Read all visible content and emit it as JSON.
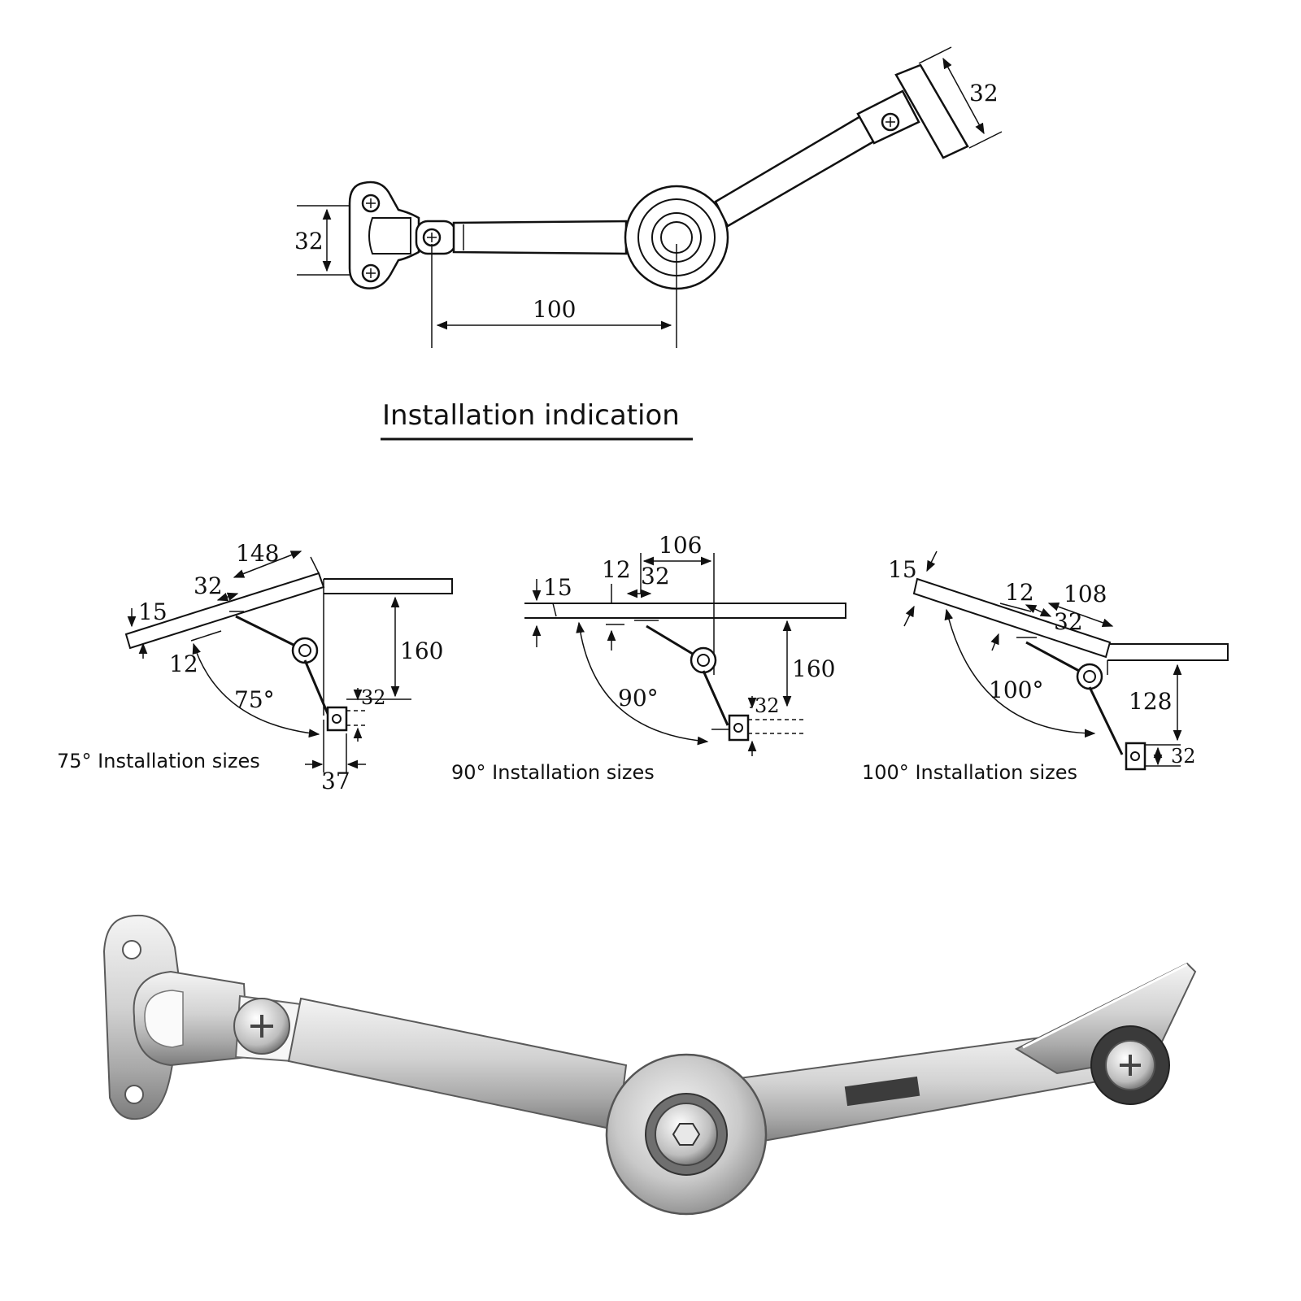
{
  "top_diagram": {
    "title": "Installation indication",
    "dim_bracket_height": "32",
    "dim_plate_width": "32",
    "dim_pivot_distance": "100"
  },
  "install_75": {
    "caption": "75°  Installation sizes",
    "angle": "75°",
    "dim_148": "148",
    "dim_32_top": "32",
    "dim_15": "15",
    "dim_12": "12",
    "dim_160": "160",
    "dim_32_bracket": "32",
    "dim_37": "37"
  },
  "install_90": {
    "caption": "90°  Installation sizes",
    "angle": "90°",
    "dim_106": "106",
    "dim_12": "12",
    "dim_32_top": "32",
    "dim_15": "15",
    "dim_160": "160",
    "dim_32_bracket": "32"
  },
  "install_100": {
    "caption": "100°  Installation sizes",
    "angle": "100°",
    "dim_15": "15",
    "dim_12": "12",
    "dim_108": "108",
    "dim_32_top": "32",
    "dim_128": "128",
    "dim_32_bracket": "32"
  },
  "colors": {
    "metal_light": "#e6e6e6",
    "metal_mid": "#b8b8b8",
    "metal_dark": "#6e6e6e",
    "ink": "#111111"
  }
}
